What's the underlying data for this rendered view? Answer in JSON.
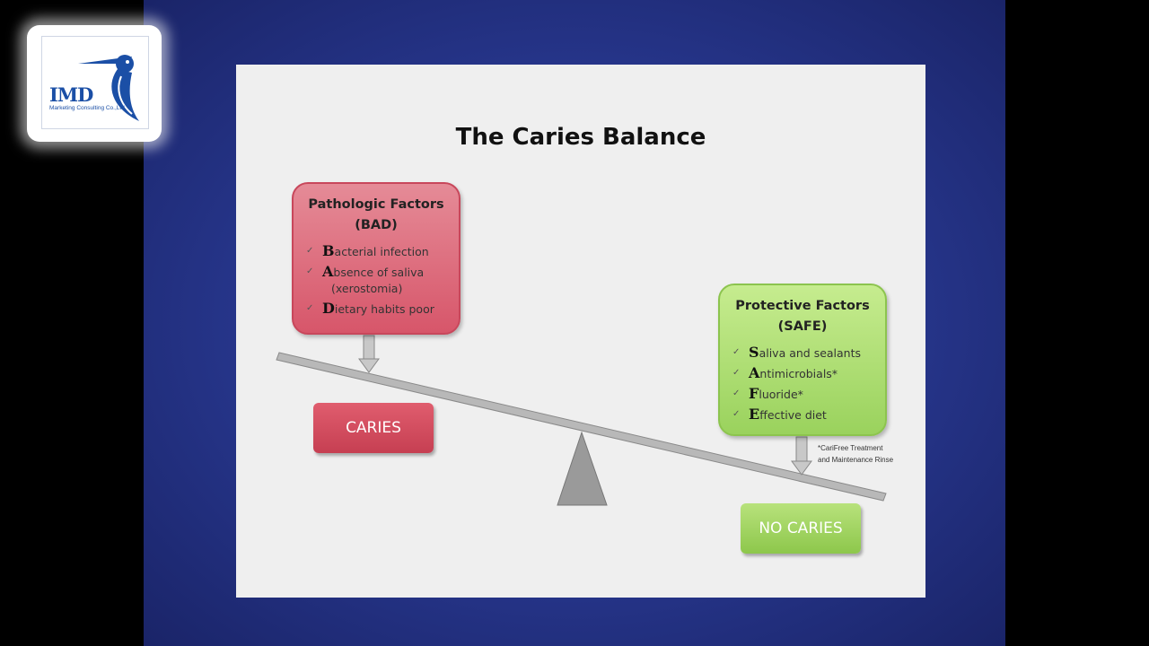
{
  "logo": {
    "text": "IMD",
    "subtitle": "Marketing Consulting Co.,Ltd"
  },
  "slide": {
    "title": "The Caries Balance",
    "bad_box": {
      "title_line1": "Pathologic Factors",
      "title_line2": "(BAD)",
      "items": [
        {
          "initial": "B",
          "rest": "acterial infection",
          "sub": ""
        },
        {
          "initial": "A",
          "rest": "bsence of saliva",
          "sub": "(xerostomia)"
        },
        {
          "initial": "D",
          "rest": "ietary habits poor",
          "sub": ""
        }
      ]
    },
    "safe_box": {
      "title_line1": "Protective Factors",
      "title_line2": "(SAFE)",
      "items": [
        {
          "initial": "S",
          "rest": "aliva and sealants"
        },
        {
          "initial": "A",
          "rest": "ntimicrobials*"
        },
        {
          "initial": "F",
          "rest": "luoride*"
        },
        {
          "initial": "E",
          "rest": "ffective diet"
        }
      ]
    },
    "result_left": "CARIES",
    "result_right": "NO CARIES",
    "footnote_line1": "*CariFree Treatment",
    "footnote_line2": "and Maintenance Rinse",
    "check_glyph": "✓"
  },
  "colors": {
    "bad": "#d7566a",
    "safe": "#9ad25d",
    "background_blue": "#26358a"
  }
}
